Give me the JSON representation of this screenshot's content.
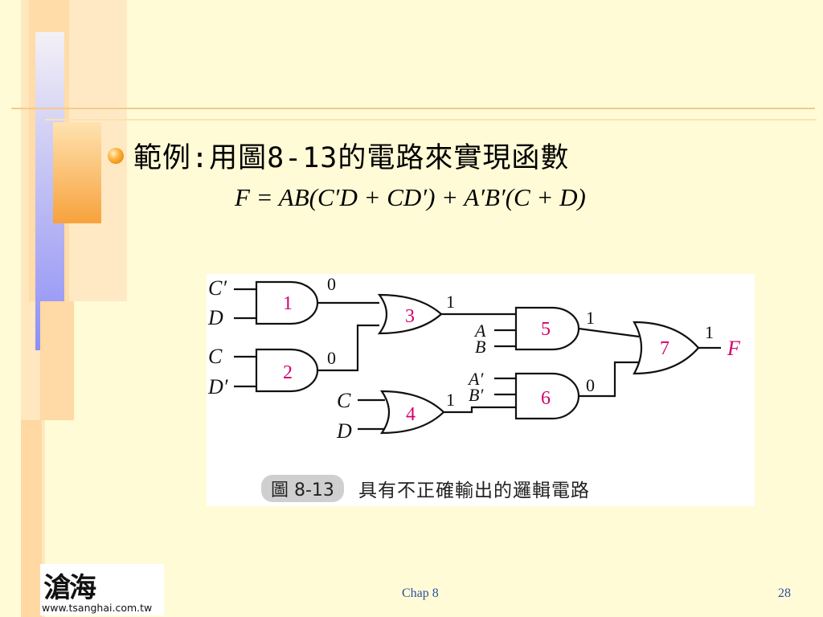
{
  "slide": {
    "title": "範例:用圖8-13的電路來實現函數",
    "formula": "F = AB(C′D + CD′) + A′B′(C + D)"
  },
  "figure": {
    "inputs": {
      "c_prime": "C′",
      "d": "D",
      "c": "C",
      "d_prime": "D′",
      "c2": "C",
      "d2": "D",
      "a": "A",
      "b": "B",
      "a_prime": "A′",
      "b_prime": "B′"
    },
    "gates": {
      "g1": "1",
      "g2": "2",
      "g3": "3",
      "g4": "4",
      "g5": "5",
      "g6": "6",
      "g7": "7"
    },
    "signals": {
      "s1": "0",
      "s2": "0",
      "s3": "1",
      "s4": "1",
      "s5": "1",
      "s6": "0",
      "s7": "1"
    },
    "output": "F",
    "caption_badge": "圖 8-13",
    "caption_text": "具有不正確輸出的邏輯電路"
  },
  "logo": {
    "mark": "滄海",
    "url": "www.tsanghai.com.tw"
  },
  "footer": {
    "chapter": "Chap 8",
    "page": "28"
  },
  "colors": {
    "gate_label": "#d4006f",
    "output": "#d4006f",
    "footer": "#2f4fa0",
    "accent": "#f5a23a"
  }
}
